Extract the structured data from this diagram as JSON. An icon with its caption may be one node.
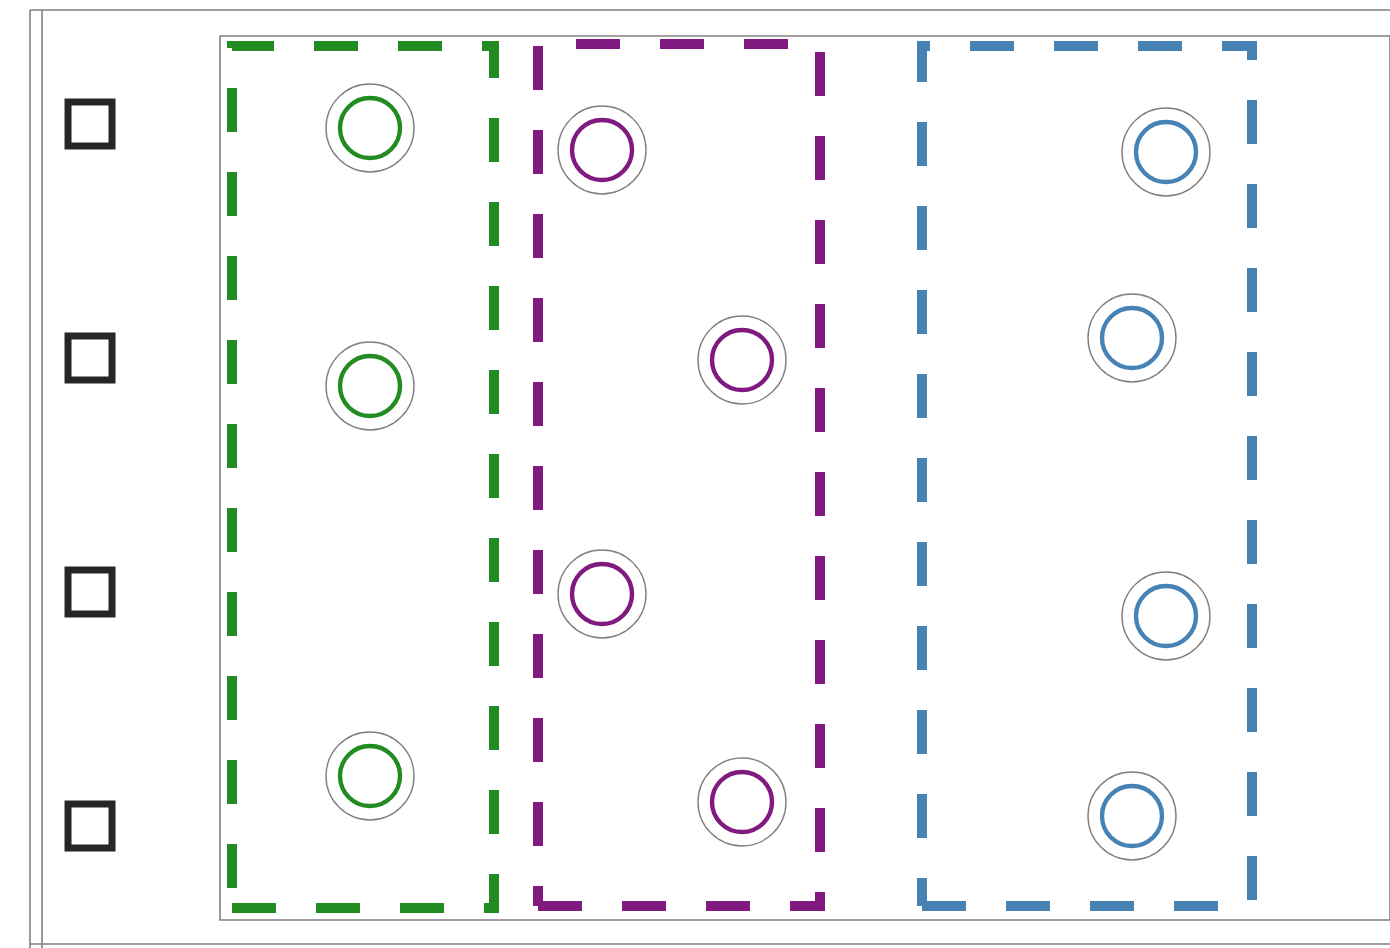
{
  "diagram": {
    "nodes": [
      {
        "text": [],
        "shape": "box"
      },
      {
        "text": [],
        "shape": "box"
      },
      {
        "text": [],
        "shape": "box"
      },
      {
        "text": [],
        "shape": "box"
      },
      {
        "text": [],
        "shape": "box"
      },
      {
        "text": [],
        "shape": "circle",
        "in": 4
      },
      {
        "text": [],
        "shape": "circle",
        "in": 4
      },
      {
        "text": [],
        "shape": "circle",
        "in": 4
      },
      {
        "text": [],
        "shape": "box"
      },
      {
        "text": [],
        "shape": "circle",
        "in": 8
      },
      {
        "text": [],
        "shape": "circle",
        "in": 8
      },
      {
        "text": [],
        "shape": "circle",
        "in": 8
      },
      {
        "text": [],
        "shape": "circle",
        "in": 8
      },
      {
        "text": [],
        "shape": "box"
      },
      {
        "text": [],
        "shape": "circle",
        "in": 13
      },
      {
        "text": [],
        "shape": "circle",
        "in": 13
      },
      {
        "text": [],
        "shape": "circle",
        "in": 13
      },
      {
        "text": [],
        "shape": "circle",
        "in": 13
      }
    ]
  }
}
